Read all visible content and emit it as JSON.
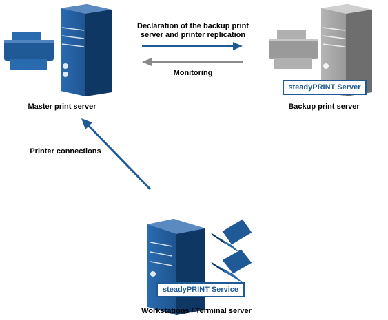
{
  "nodes": {
    "master": {
      "label": "Master print server"
    },
    "backup": {
      "label": "Backup print server",
      "badge": "steadyPRINT Server"
    },
    "workstations": {
      "label": "Workstations / Terminal server",
      "badge": "steadyPRINT Service"
    }
  },
  "connections": {
    "declaration": {
      "line1": "Declaration of the backup print",
      "line2": "server and printer replication"
    },
    "monitoring": {
      "label": "Monitoring"
    },
    "printer_connections": {
      "label": "Printer connections"
    }
  },
  "colors": {
    "primary_blue": "#1f5a96",
    "backup_gray": "#9a9a9a",
    "arrow_gray": "#8a8a8a"
  },
  "icons": [
    "printer-icon",
    "server-tower-icon",
    "laptop-icon"
  ]
}
